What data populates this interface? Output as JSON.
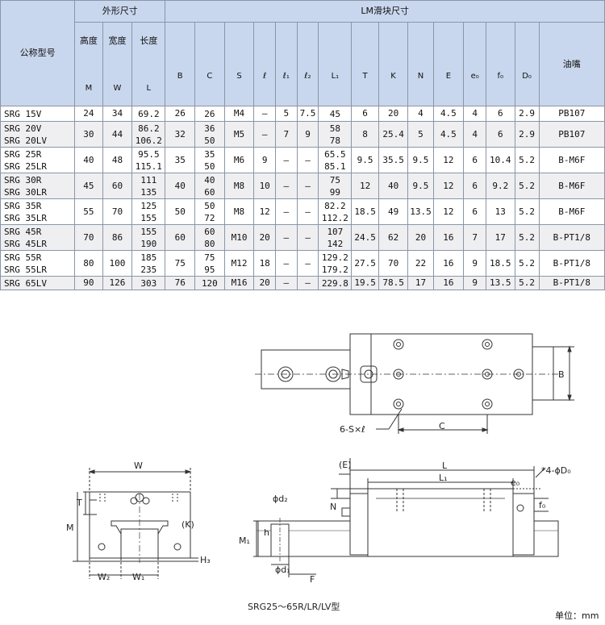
{
  "header": {
    "model_col": "公称型号",
    "outer_group": "外形尺寸",
    "lm_group": "LM滑块尺寸",
    "outer_cols": [
      {
        "name": "高度",
        "sym": "M"
      },
      {
        "name": "宽度",
        "sym": "W"
      },
      {
        "name": "长度",
        "sym": "L"
      }
    ],
    "lm_cols": [
      "B",
      "C",
      "S",
      "ℓ",
      "ℓ₁",
      "ℓ₂",
      "L₁",
      "T",
      "K",
      "N",
      "E",
      "e₀",
      "f₀",
      "D₀"
    ],
    "oil_col": "油嘴"
  },
  "rows": [
    {
      "models": [
        "SRG 15V"
      ],
      "M": "24",
      "W": "34",
      "L": [
        "69.2"
      ],
      "B": "26",
      "C": [
        "26"
      ],
      "S": "M4",
      "l": "—",
      "l1": "5",
      "l2": "7.5",
      "L1": [
        "45"
      ],
      "T": "6",
      "K": "20",
      "N": "4",
      "E": "4.5",
      "e0": "4",
      "f0": "6",
      "D0": "2.9",
      "oil": "PB107"
    },
    {
      "models": [
        "SRG 20V",
        "SRG 20LV"
      ],
      "M": "30",
      "W": "44",
      "L": [
        "86.2",
        "106.2"
      ],
      "B": "32",
      "C": [
        "36",
        "50"
      ],
      "S": "M5",
      "l": "—",
      "l1": "7",
      "l2": "9",
      "L1": [
        "58",
        "78"
      ],
      "T": "8",
      "K": "25.4",
      "N": "5",
      "E": "4.5",
      "e0": "4",
      "f0": "6",
      "D0": "2.9",
      "oil": "PB107"
    },
    {
      "models": [
        "SRG 25R",
        "SRG 25LR"
      ],
      "M": "40",
      "W": "48",
      "L": [
        "95.5",
        "115.1"
      ],
      "B": "35",
      "C": [
        "35",
        "50"
      ],
      "S": "M6",
      "l": "9",
      "l1": "—",
      "l2": "—",
      "L1": [
        "65.5",
        "85.1"
      ],
      "T": "9.5",
      "K": "35.5",
      "N": "9.5",
      "E": "12",
      "e0": "6",
      "f0": "10.4",
      "D0": "5.2",
      "oil": "B-M6F"
    },
    {
      "models": [
        "SRG 30R",
        "SRG 30LR"
      ],
      "M": "45",
      "W": "60",
      "L": [
        "111",
        "135"
      ],
      "B": "40",
      "C": [
        "40",
        "60"
      ],
      "S": "M8",
      "l": "10",
      "l1": "—",
      "l2": "—",
      "L1": [
        "75",
        "99"
      ],
      "T": "12",
      "K": "40",
      "N": "9.5",
      "E": "12",
      "e0": "6",
      "f0": "9.2",
      "D0": "5.2",
      "oil": "B-M6F"
    },
    {
      "models": [
        "SRG 35R",
        "SRG 35LR"
      ],
      "M": "55",
      "W": "70",
      "L": [
        "125",
        "155"
      ],
      "B": "50",
      "C": [
        "50",
        "72"
      ],
      "S": "M8",
      "l": "12",
      "l1": "—",
      "l2": "—",
      "L1": [
        "82.2",
        "112.2"
      ],
      "T": "18.5",
      "K": "49",
      "N": "13.5",
      "E": "12",
      "e0": "6",
      "f0": "13",
      "D0": "5.2",
      "oil": "B-M6F"
    },
    {
      "models": [
        "SRG 45R",
        "SRG 45LR"
      ],
      "M": "70",
      "W": "86",
      "L": [
        "155",
        "190"
      ],
      "B": "60",
      "C": [
        "60",
        "80"
      ],
      "S": "M10",
      "l": "20",
      "l1": "—",
      "l2": "—",
      "L1": [
        "107",
        "142"
      ],
      "T": "24.5",
      "K": "62",
      "N": "20",
      "E": "16",
      "e0": "7",
      "f0": "17",
      "D0": "5.2",
      "oil": "B-PT1/8"
    },
    {
      "models": [
        "SRG 55R",
        "SRG 55LR"
      ],
      "M": "80",
      "W": "100",
      "L": [
        "185",
        "235"
      ],
      "B": "75",
      "C": [
        "75",
        "95"
      ],
      "S": "M12",
      "l": "18",
      "l1": "—",
      "l2": "—",
      "L1": [
        "129.2",
        "179.2"
      ],
      "T": "27.5",
      "K": "70",
      "N": "22",
      "E": "16",
      "e0": "9",
      "f0": "18.5",
      "D0": "5.2",
      "oil": "B-PT1/8"
    },
    {
      "models": [
        "SRG 65LV"
      ],
      "M": "90",
      "W": "126",
      "L": [
        "303"
      ],
      "B": "76",
      "C": [
        "120"
      ],
      "S": "M16",
      "l": "20",
      "l1": "—",
      "l2": "—",
      "L1": [
        "229.8"
      ],
      "T": "19.5",
      "K": "78.5",
      "N": "17",
      "E": "16",
      "e0": "9",
      "f0": "13.5",
      "D0": "5.2",
      "oil": "B-PT1/8"
    }
  ],
  "drawing": {
    "top_view": {
      "hole_label": "6-S×ℓ",
      "C": "C",
      "B": "B"
    },
    "end_view": {
      "W": "W",
      "T": "T",
      "M": "M",
      "K": "(K)",
      "H3": "H₃",
      "W2": "W₂",
      "W1": "W₁"
    },
    "side_view": {
      "E": "(E)",
      "L": "L",
      "L1": "L₁",
      "e0": "e₀",
      "D0": "*4-ϕD₀",
      "N": "N",
      "f0": "f₀",
      "d2": "ϕd₂",
      "h": "h",
      "M1": "M₁",
      "d1": "ϕd₁",
      "F": "F"
    },
    "caption": "SRG25～65R/LR/LV型"
  },
  "unit_note": "单位：mm"
}
